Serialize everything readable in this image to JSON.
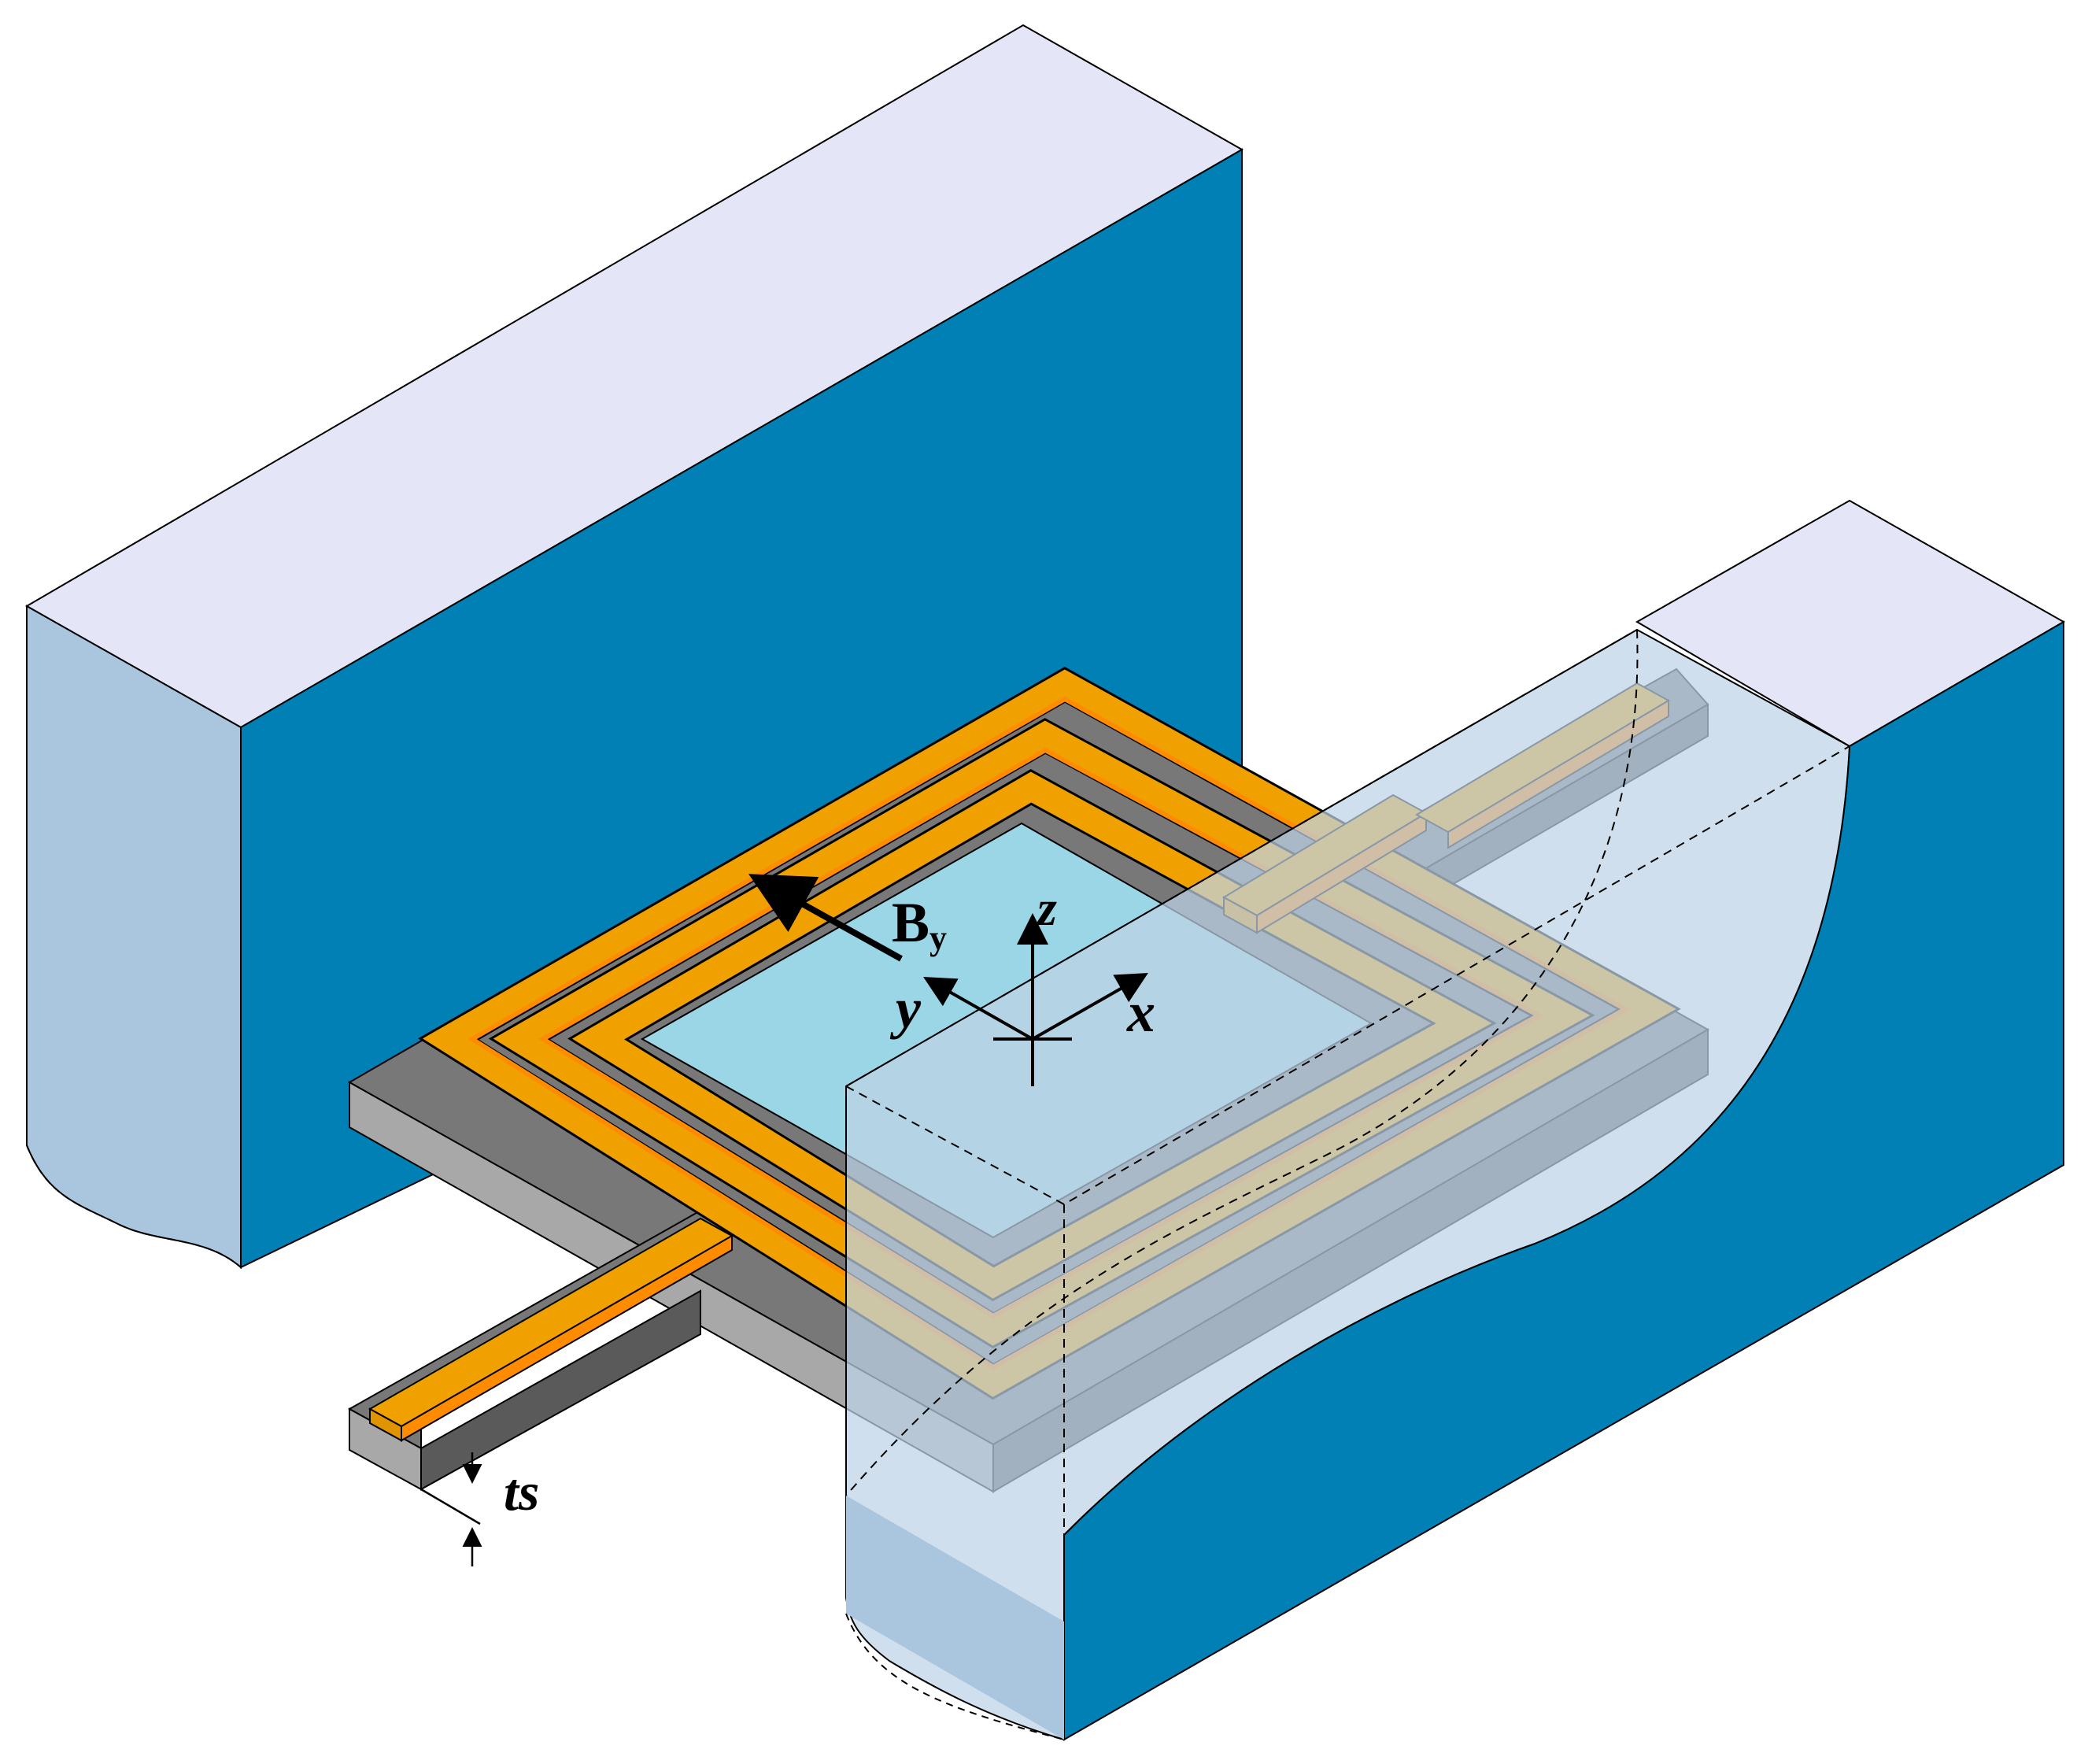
{
  "figure": {
    "labels": {
      "field": "B",
      "field_sub": "y",
      "axis_x": "x",
      "axis_y": "y",
      "axis_z": "z",
      "thickness": "ts"
    },
    "colors": {
      "magnet_side": "#0080b5",
      "magnet_top": "#e4e5f7",
      "magnet_end": "#aac5de",
      "plate_top": "#787878",
      "plate_front": "#a8a8a8",
      "plate_dark": "#5a5a5a",
      "coil": "#f0a100",
      "coil_inner": "#ff8c00",
      "window": "#9bd6e6",
      "ghost": "rgba(190,210,230,0.72)"
    }
  }
}
